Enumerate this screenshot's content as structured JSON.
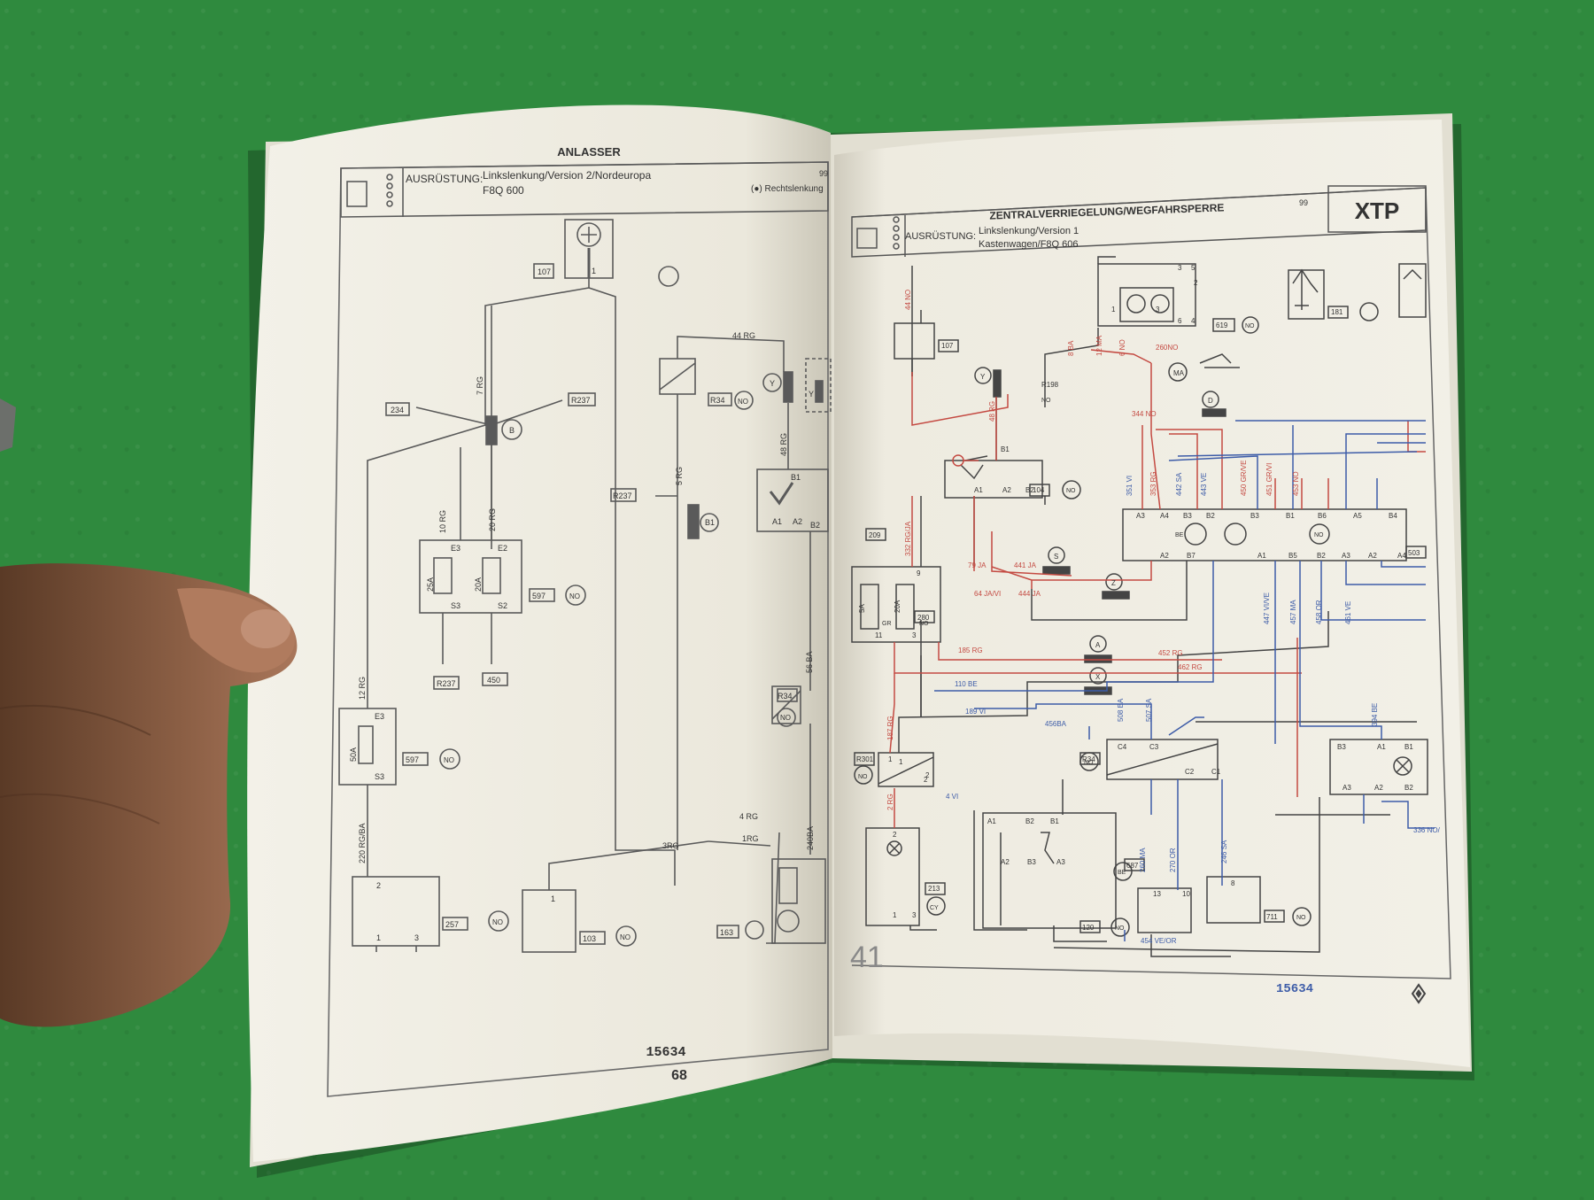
{
  "left_page": {
    "title": "ANLASSER",
    "ausruestung_label": "AUSRÜSTUNG:",
    "ausruestung_line1": "Linkslenkung/Version 2/Nordeuropa",
    "ausruestung_line2": "F8Q 600",
    "note": "(●) Rechtslenkung",
    "corner_number": "99",
    "doc_number": "15634",
    "page_number": "68",
    "labels": {
      "c107": "107",
      "c234": "234",
      "cR237a": "R237",
      "cR237b": "R237",
      "cR237c": "R237",
      "c450": "450",
      "c597a": "597",
      "c597b": "597",
      "c257": "257",
      "c103": "103",
      "c163": "163",
      "cR34a": "R34",
      "cR34b": "R34",
      "no1": "NO",
      "no2": "NO",
      "no3": "NO",
      "no4": "NO",
      "no5": "NO",
      "no6": "NO",
      "w44rg": "44 RG",
      "w7rg": "7 RG",
      "w10rg": "10 RG",
      "w20rg": "20 RG",
      "w5rg": "5 RG",
      "w48rg": "48 RG",
      "w56ba": "56 BA",
      "w12rg": "12 RG",
      "w220": "220 RG/BA",
      "w4rg": "4 RG",
      "w3rg": "3RG",
      "w1rg": "1RG",
      "w240": "240BA",
      "fE3": "E3",
      "fE2": "E2",
      "fS3": "S3",
      "fS2": "S2",
      "f25a": "25A",
      "f20a": "20A",
      "f50a": "50A",
      "fE3b": "E3",
      "fS3b": "S3",
      "conB": "B",
      "conB1": "B1",
      "conY": "Y",
      "conY2": "Y",
      "sA1": "A1",
      "sA2": "A2",
      "sB2": "B2",
      "sB1": "B1",
      "p2": "2",
      "p1": "1",
      "p3": "3",
      "p1b": "1",
      "p1c": "1"
    }
  },
  "right_page": {
    "title": "ZENTRALVERRIEGELUNG/WEGFAHRSPERRE",
    "ausruestung_label": "AUSRÜSTUNG:",
    "ausruestung_line1": "Linkslenkung/Version 1",
    "ausruestung_line2": "Kastenwagen/F8Q 606",
    "corner_number": "99",
    "badge": "XTP",
    "page_handwritten": "41",
    "doc_number": "15634",
    "labels": {
      "c107": "107",
      "c619": "619",
      "cR198": "R198",
      "c104": "104",
      "c209": "209",
      "c280": "280",
      "c503": "503",
      "cR301": "R301",
      "c213": "213",
      "cR34": "R34",
      "c687": "687",
      "c120": "120",
      "c711": "711",
      "c181": "181",
      "no1": "NO",
      "no2": "NO",
      "no3": "NO",
      "no4": "NO",
      "no5": "NO",
      "no6": "NO",
      "no7": "NO",
      "no8": "NO",
      "ma": "MA",
      "be1": "BE",
      "be2": "BE",
      "cy": "CY",
      "conY": "Y",
      "conD": "D",
      "conS": "S",
      "conZ": "Z",
      "conA": "A",
      "conX": "X",
      "w44no": "44 NO",
      "w8ba": "8 BA",
      "w12ma": "12 MA",
      "w6no": "6 NO",
      "w48rg": "48 RG",
      "w332": "332 RG/JA",
      "w351": "351 VI",
      "w353": "353 RG",
      "w442": "442 SA",
      "w443": "443 VE",
      "w450": "450 GR/VE",
      "w451": "451 GR/VI",
      "w453": "453 NO",
      "w260no": "260NO",
      "w344": "344 NO",
      "w79": "79 JA",
      "w441": "441 JA",
      "w64": "64 JA/VI",
      "w444": "444 JA",
      "w185": "185 RG",
      "w452": "452 RG",
      "w462": "462 RG",
      "w110": "110 BE",
      "w189": "189 VI",
      "w456": "456BA",
      "w508": "508 BA",
      "w507": "507 SA",
      "w447": "447 VI/VE",
      "w457": "457 MA",
      "w458": "458 OR",
      "w461": "461 VE",
      "w394": "394 BE",
      "w187": "187 RG",
      "w2rg": "2 RG",
      "w4vi": "4 VI",
      "w260ma": "260 MA",
      "w270": "270 OR",
      "w246": "246 SA",
      "w454": "454 VE/OR",
      "w336": "336 NO/",
      "f5a": "5A",
      "f20a": "20A",
      "gr": "GR",
      "no9": "NO",
      "pA3": "A3",
      "pA4": "A4",
      "pB3": "B3",
      "pB2": "B2",
      "pB3b": "B3",
      "pB1": "B1",
      "pB6": "B6",
      "pA5": "A5",
      "pB4": "B4",
      "pA2": "A2",
      "pB7": "B7",
      "pA1": "A1",
      "pB5": "B5",
      "pB2b": "B2",
      "pA3b": "A3",
      "pA2b": "A2",
      "pA4b": "A4",
      "pC4": "C4",
      "pC3": "C3",
      "pC2": "C2",
      "pC1": "C1",
      "pB3c": "B3",
      "pA1c": "A1",
      "pB1c": "B1",
      "pA3c": "A3",
      "pA2c": "A2",
      "pB2c": "B2",
      "sA1": "A1",
      "sB2": "B2",
      "sB1": "B1",
      "sA2": "A2",
      "sB3": "B3",
      "sA3": "A3",
      "kA1": "A1",
      "kA2": "A2",
      "kB2": "B2",
      "kB1": "B1",
      "p13": "13",
      "p10": "10",
      "p8": "8",
      "p1": "1",
      "p2": "2",
      "p3": "3",
      "p5": "5",
      "p2b": "2",
      "p1b": "1",
      "p3b": "3",
      "p4": "4",
      "p6": "6",
      "p9": "9",
      "p11": "11",
      "p3c": "3",
      "p1c": "1",
      "p2c": "2",
      "p1d": "1",
      "p3d": "3",
      "p2d": "2"
    }
  },
  "colors": {
    "table_green": "#2f8a3e",
    "paper": "#f1efe6",
    "ink_black": "#3a3a3a",
    "ink_red": "#c0413a",
    "ink_blue": "#3c5aa8"
  }
}
